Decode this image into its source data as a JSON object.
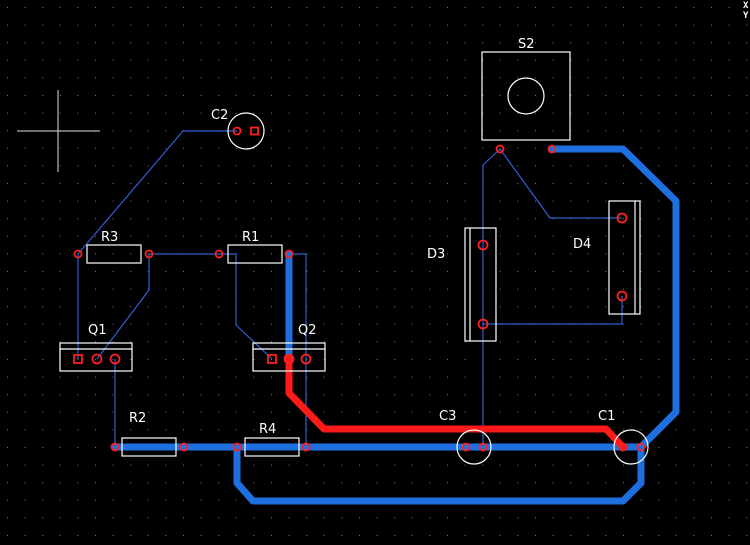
{
  "editor": {
    "coord_x": "X",
    "coord_y": "Y"
  },
  "components": {
    "C1": "C1",
    "C2": "C2",
    "C3": "C3",
    "D3": "D3",
    "D4": "D4",
    "Q1": "Q1",
    "Q2": "Q2",
    "R1": "R1",
    "R2": "R2",
    "R3": "R3",
    "R4": "R4",
    "S2": "S2"
  },
  "colors": {
    "background": "#000000",
    "grid": "#7a7a7a",
    "outline": "#ffffff",
    "pad": "#ff2020",
    "thin_trace": "#2d5fd0",
    "bottom_trace": "#1e6fe0",
    "top_trace": "#ff1a1a"
  }
}
